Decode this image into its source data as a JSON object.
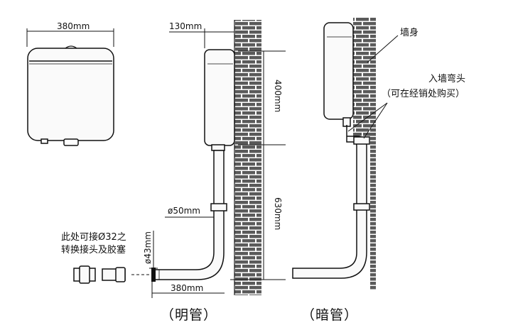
{
  "dimensions": {
    "tank_width_front": "380mm",
    "tank_offset": "130mm",
    "height_upper": "400mm",
    "height_lower": "630mm",
    "pipe_diameter": "ø50mm",
    "outlet_diameter": "ø43mm",
    "bottom_length": "380mm"
  },
  "labels": {
    "connector_note_line1": "此处可接Ø32之",
    "connector_note_line2": "转换接头及胶塞",
    "wall_label": "墙身",
    "elbow_label_line1": "入墙弯头",
    "elbow_label_line2": "（可在经销处购买）"
  },
  "captions": {
    "exposed": "（明管）",
    "concealed": "（暗管）"
  }
}
